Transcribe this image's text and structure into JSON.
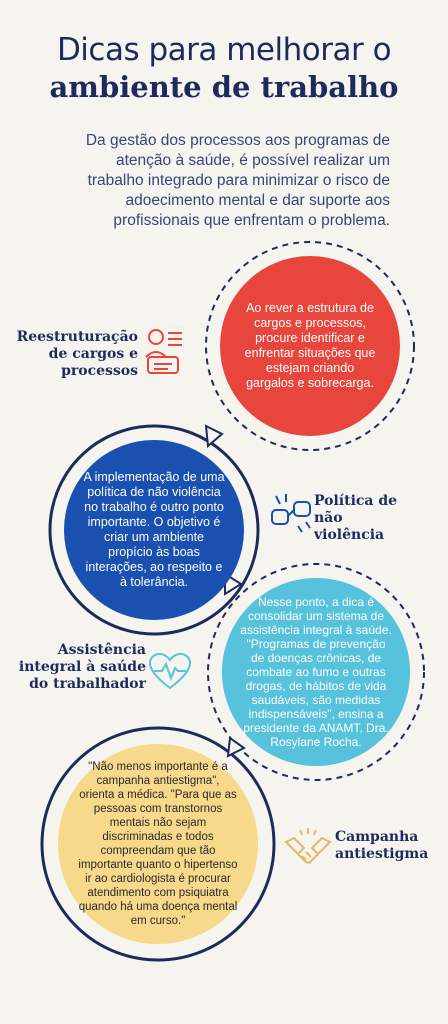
{
  "header": {
    "title_line1": "Dicas para melhorar o",
    "title_line2": "ambiente de trabalho",
    "intro": "Da gestão dos processos aos programas de atenção à saúde, é possível realizar um trabalho integrado para minimizar o risco de adoecimento mental e dar suporte aos profissionais que enfrentam o problema."
  },
  "tips": [
    {
      "label": "Reestruturação de cargos e processos",
      "icon": "org-chart-icon",
      "text": "Ao rever a estrutura de cargos e processos, procure identificar e enfrentar situações que estejam criando gargalos e sobrecarga.",
      "color": "#e8453c"
    },
    {
      "label": "Política de não violência",
      "icon": "fist-bump-icon",
      "text": "A implementação de uma política de não violência no trabalho é outro ponto importante. O objetivo é criar um ambiente propício às boas interações, ao respeito e à tolerância.",
      "color": "#1a50b0"
    },
    {
      "label": "Assistência integral à saúde do trabalhador",
      "icon": "heart-pulse-icon",
      "text": "Nesse ponto, a dica é consolidar um sistema de assistência integral à saúde. \"Programas de prevenção de doenças crônicas, de combate ao fumo e outras drogas, de hábitos de vida saudáveis, são medidas indispensáveis\", ensina a presidente da ANAMT, Dra. Rosylane Rocha.",
      "color": "#57c2db"
    },
    {
      "label": "Campanha antiestigma",
      "icon": "handshake-icon",
      "text": "\"Não menos importante é a campanha antiestigma\", orienta a médica. \"Para que as pessoas com transtornos mentais não sejam discriminadas e todos compreendam que tão importante quanto o hipertenso ir ao cardiologista é procurar atendimento com psiquiatra quando há uma doença mental em curso.\"",
      "color": "#f6d98a"
    }
  ]
}
